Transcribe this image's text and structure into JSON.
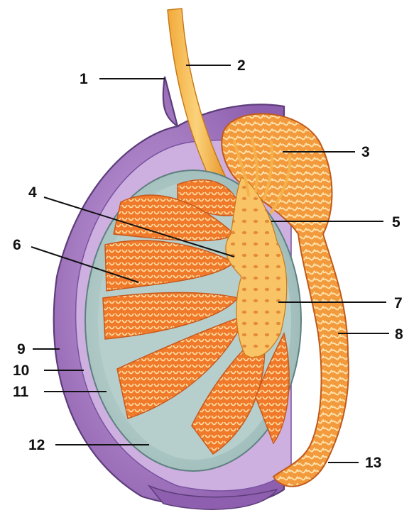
{
  "diagram": {
    "labels": [
      {
        "id": "1",
        "text": "1"
      },
      {
        "id": "2",
        "text": "2"
      },
      {
        "id": "3",
        "text": "3"
      },
      {
        "id": "4",
        "text": "4"
      },
      {
        "id": "5",
        "text": "5"
      },
      {
        "id": "6",
        "text": "6"
      },
      {
        "id": "7",
        "text": "7"
      },
      {
        "id": "8",
        "text": "8"
      },
      {
        "id": "9",
        "text": "9"
      },
      {
        "id": "10",
        "text": "10"
      },
      {
        "id": "11",
        "text": "11"
      },
      {
        "id": "12",
        "text": "12"
      },
      {
        "id": "13",
        "text": "13"
      }
    ]
  },
  "colors": {
    "tunica_dark": "#9a6ab8",
    "tunica_light": "#c9a8dc",
    "tunica_outline": "#5d3d7a",
    "albuginea": "#a9c4c4",
    "lobule_orange": "#f07a2a",
    "tubule_light": "#fbd9a0",
    "duct_yellow": "#f4b63e",
    "epididymis": "#f6a54a",
    "leader_line": "#111111"
  }
}
